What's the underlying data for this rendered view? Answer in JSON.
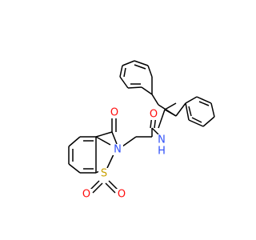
{
  "diagram": {
    "atoms": [
      {
        "symbol": "O",
        "color": "#ff0d0d"
      },
      {
        "symbol": "N",
        "color": "#3050f8"
      },
      {
        "symbol": "S",
        "color": "#c8a000"
      },
      {
        "symbol": "O",
        "color": "#ff0d0d"
      },
      {
        "symbol": "O",
        "color": "#ff0d0d"
      },
      {
        "symbol": "O",
        "color": "#ff0d0d"
      },
      {
        "symbol": "N",
        "color": "#3050f8"
      },
      {
        "symbol": "H",
        "color": "#3050f8"
      }
    ]
  }
}
